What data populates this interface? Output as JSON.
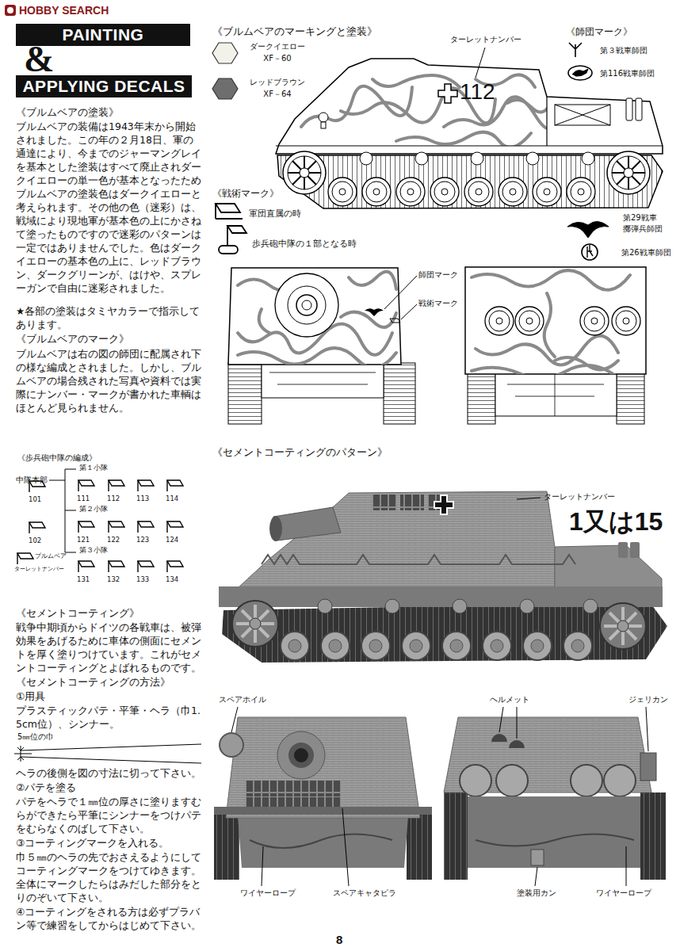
{
  "diagram": {
    "nodes": [
      {
        "text": [
          "PAINTING"
        ]
      },
      {
        "text": [
          "APPLYING DECALS"
        ]
      }
    ],
    "labels": [
      "HOBBY SEARCH",
      "&",
      "《ブルムベアの塗装》",
      "ブルムベアの装備は1943年末から開始されました。この年の２月18日、軍の通達により、今までのジャーマングレイを基本とした塗装はすべて廃止されダークイエローの単一色が基本となったためブルムベアの塗装色はダークイエローと考えられます。その他の色（迷彩）は、戦域により現地軍が基本色の上にかさねて塗ったものですので迷彩のパターンは一定ではありませんでした。色はダークイエローの基本色の上に、レッドブラウン、ダークグリーンが、はけや、スプレーガンで自由に迷彩されました。",
      "★各部の塗装はタミヤカラーで指示してあります。",
      "《ブルムベアのマーク》",
      "ブルムベアは右の図の師団に配属され下の様な編成とされました。しかし、ブルムベアの場合残された写真や資料では実際にナンバー・マークが書かれた車輌はほとんど見られません。",
      "《歩兵砲中隊の編成》",
      "中隊本部",
      "第１小隊",
      "101",
      "111",
      "112",
      "113",
      "114",
      "102",
      "第２小隊",
      "121",
      "122",
      "123",
      "124",
      "第３小隊",
      "ブルムベア",
      "ターレットナンバー",
      "131",
      "132",
      "133",
      "134",
      "《セメントコーティング》",
      "戦争中期頃からドイツの各戦車は、被弾効果をあげるために車体の側面にセメントを厚く塗りつけています。これがセメントコーティングとよばれるものです。",
      "《セメントコーティングの方法》",
      "①用具",
      "プラスティックパテ・平筆・ヘラ（巾1.5cm位）、シンナー。",
      "5㎜位の巾",
      "ヘラの後側を図の寸法に切って下さい。",
      "②パテを塗る",
      "パテをヘラで１㎜位の厚さに塗りますむらができたら平筆にシンナーをつけパテをむらなくのばして下さい。",
      "③コーティングマークを入れる。",
      "巾５㎜のヘラの先でおさえるようにしてコーティングマークをつけてゆきます。全体にマークしたらはみだした部分をとりのぞいて下さい。",
      "④コーティングをされる方は必ずプラバン等で練習をしてからはじめて下さい。",
      "8",
      "《ブルムベアのマーキングと塗装》",
      "ターレットナンバー",
      "《師団マーク》",
      "第３戦車師団",
      "第116戦車師団",
      "112",
      "《戦術マーク》",
      "軍団直属の時",
      "歩兵砲中隊の１部となる時",
      "第29戦車擲弾兵師団",
      "第26戦車師団",
      "師団マーク",
      "戦術マーク",
      "《セメントコーティングのパターン》",
      "ターレットナンバー",
      "1又は15",
      "スペアホイル",
      "ヘルメット",
      "ジェリカン",
      "ワイヤーロープ",
      "スペアキャタピラ",
      "塗装用カン",
      "ワイヤーロープ"
    ],
    "legend": [
      {
        "text": "ダークイエロー XF－60",
        "color": "#f2f1ea"
      },
      {
        "text": "レッドブラウン XF－64",
        "color": "#6e6e6e"
      }
    ]
  }
}
